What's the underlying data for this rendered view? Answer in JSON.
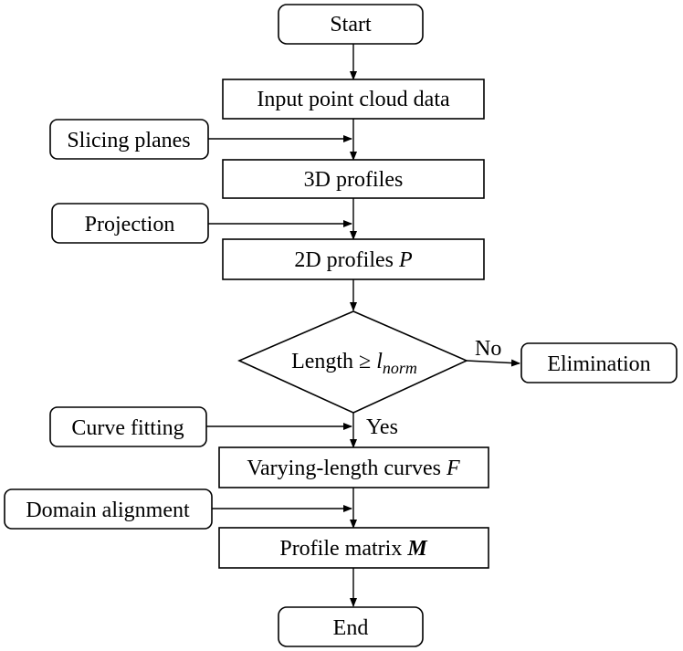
{
  "flow": {
    "start": "Start",
    "input": "Input point cloud data",
    "profiles_3d": "3D profiles",
    "profiles_2d_text": "2D profiles ",
    "profiles_2d_symbol": "P",
    "decision": {
      "text": "Length ≥ ",
      "symbol": "l",
      "subscript": "norm"
    },
    "yes": "Yes",
    "no": "No",
    "elimination": "Elimination",
    "curves_text": "Varying-length curves ",
    "curves_symbol": "F",
    "matrix_text": "Profile matrix ",
    "matrix_symbol": "M",
    "end": "End"
  },
  "side_inputs": {
    "slicing": "Slicing planes",
    "projection": "Projection",
    "curve_fitting": "Curve fitting",
    "domain_alignment": "Domain alignment"
  }
}
